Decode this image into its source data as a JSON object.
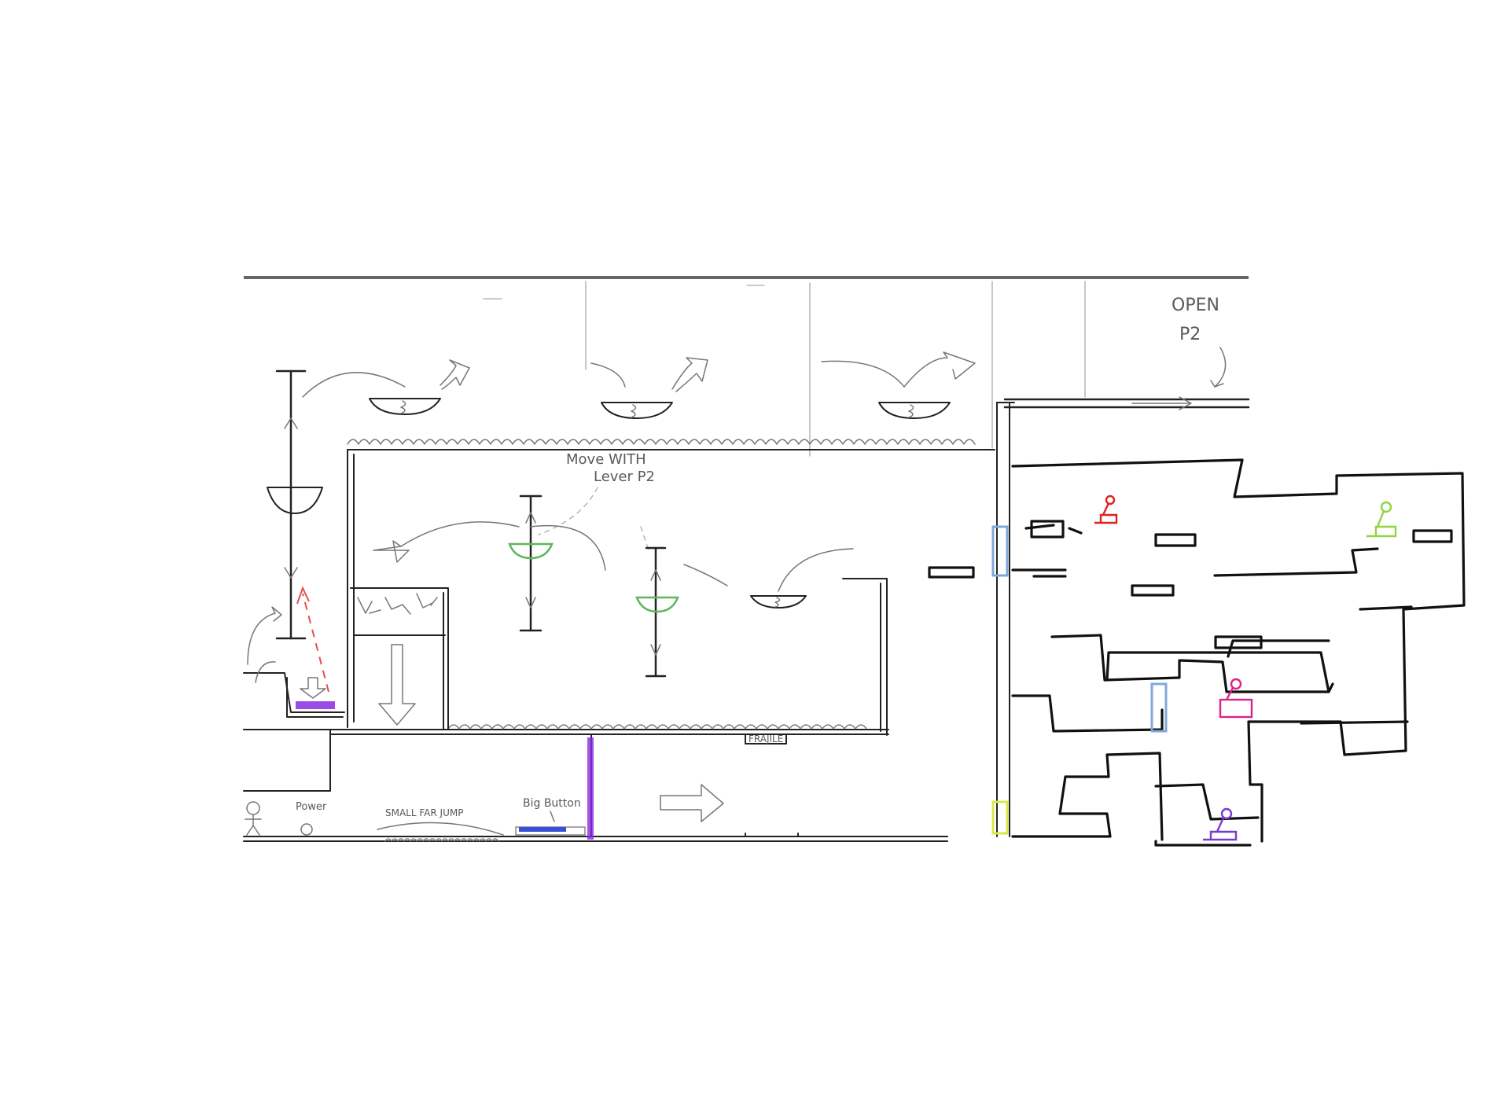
{
  "labels": {
    "open_p2": [
      "OPEN",
      "P2"
    ],
    "move_with_lever": [
      "Move WITH",
      "Lever P2"
    ],
    "fragile": "FRAJILE",
    "power": "Power",
    "small_far_jump": "SMALL FAR JUMP",
    "big_button": "Big Button"
  },
  "colors": {
    "ink": "#222222",
    "bowl_green": "#5cb85c",
    "purple": "#8a2be2",
    "blue_button": "#3a4fd6",
    "red_dash": "#e05050",
    "door_blue": "#7fa8d8",
    "door_yellow": "#d8e84a",
    "lever_red": "#e02020",
    "lever_green": "#8fd640",
    "lever_magenta": "#e0208a",
    "lever_violet": "#7a3ad0"
  },
  "icons": [
    "player-icon",
    "power-icon",
    "lever-icon",
    "bowl-platform-icon",
    "arrow-icon"
  ]
}
